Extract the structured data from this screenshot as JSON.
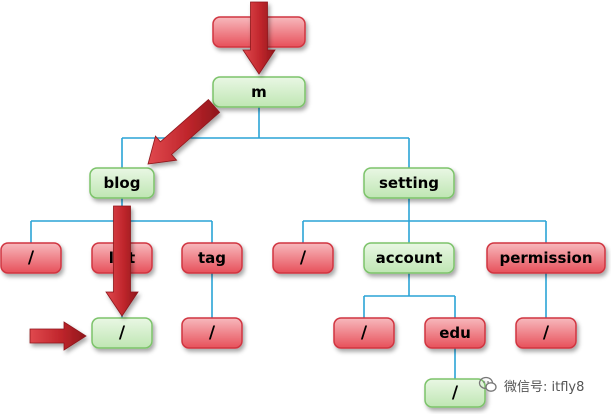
{
  "colors": {
    "green_fill_top": "#e9f7e4",
    "green_fill_bottom": "#bfe6b3",
    "green_stroke": "#7cc36b",
    "red_fill_top": "#f7b9bd",
    "red_fill_bottom": "#e7505a",
    "red_stroke": "#d03541",
    "edge": "#2aa3d6",
    "arrow_fill": "#c0262c",
    "arrow_dark": "#8e161b",
    "text": "#000000"
  },
  "tree": {
    "nodes": [
      {
        "id": "top",
        "label": "",
        "color": "red"
      },
      {
        "id": "m",
        "label": "m",
        "color": "green"
      },
      {
        "id": "blog",
        "label": "blog",
        "color": "green"
      },
      {
        "id": "setting",
        "label": "setting",
        "color": "green"
      },
      {
        "id": "blog_root",
        "label": "/",
        "color": "red"
      },
      {
        "id": "list",
        "label": "list",
        "color": "red"
      },
      {
        "id": "tag",
        "label": "tag",
        "color": "red"
      },
      {
        "id": "setting_root",
        "label": "/",
        "color": "red"
      },
      {
        "id": "account",
        "label": "account",
        "color": "green"
      },
      {
        "id": "permission",
        "label": "permission",
        "color": "red"
      },
      {
        "id": "list_root",
        "label": "/",
        "color": "green"
      },
      {
        "id": "tag_root",
        "label": "/",
        "color": "red"
      },
      {
        "id": "account_root",
        "label": "/",
        "color": "red"
      },
      {
        "id": "edu",
        "label": "edu",
        "color": "red"
      },
      {
        "id": "permission_root",
        "label": "/",
        "color": "red"
      },
      {
        "id": "edu_root",
        "label": "/",
        "color": "green"
      }
    ],
    "edges": [
      [
        "m",
        "blog"
      ],
      [
        "m",
        "setting"
      ],
      [
        "blog",
        "blog_root"
      ],
      [
        "blog",
        "list"
      ],
      [
        "blog",
        "tag"
      ],
      [
        "setting",
        "setting_root"
      ],
      [
        "setting",
        "account"
      ],
      [
        "setting",
        "permission"
      ],
      [
        "list",
        "list_root"
      ],
      [
        "tag",
        "tag_root"
      ],
      [
        "account",
        "account_root"
      ],
      [
        "account",
        "edu"
      ],
      [
        "permission",
        "permission_root"
      ],
      [
        "edu",
        "edu_root"
      ]
    ]
  },
  "watermark": {
    "text": "微信号: itfly8",
    "icon": "wechat-icon"
  }
}
